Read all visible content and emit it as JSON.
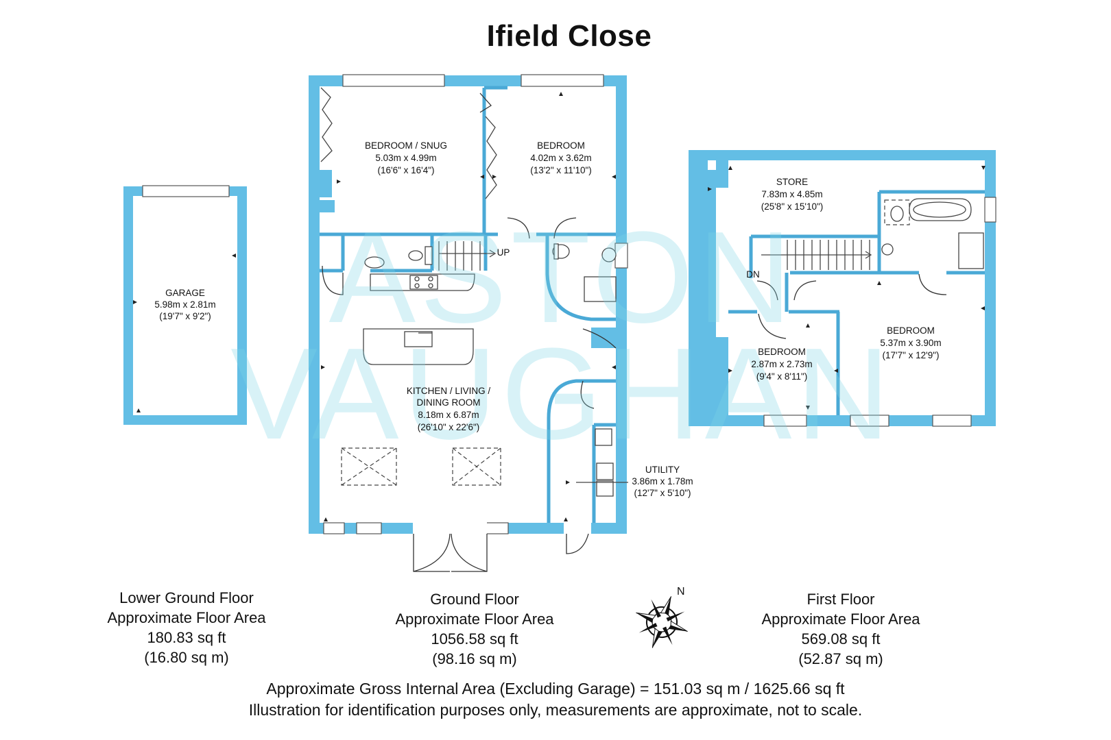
{
  "title": "Ifield Close",
  "watermark": {
    "line1": "ASTON",
    "line2": "VAUGHAN"
  },
  "colors": {
    "wall": "#63bee5",
    "watermark": "#7fd6e5",
    "text": "#111111"
  },
  "rooms": {
    "garage": {
      "name": "GARAGE",
      "metric": "5.98m x 2.81m",
      "imperial": "(19'7\" x 9'2\")"
    },
    "bedroom_snug": {
      "name": "BEDROOM / SNUG",
      "metric": "5.03m x 4.99m",
      "imperial": "(16'6\" x 16'4\")"
    },
    "bedroom_ground": {
      "name": "BEDROOM",
      "metric": "4.02m x 3.62m",
      "imperial": "(13'2\" x 11'10\")"
    },
    "stairs_up": "UP",
    "kitchen": {
      "name_line1": "KITCHEN / LIVING /",
      "name_line2": "DINING ROOM",
      "metric": "8.18m x 6.87m",
      "imperial": "(26'10\" x 22'6\")"
    },
    "utility": {
      "name": "UTILITY",
      "metric": "3.86m x 1.78m",
      "imperial": "(12'7\" x 5'10\")"
    },
    "store": {
      "name": "STORE",
      "metric": "7.83m x 4.85m",
      "imperial": "(25'8\" x 15'10\")"
    },
    "stairs_down": "DN",
    "bedroom_small": {
      "name": "BEDROOM",
      "metric": "2.87m x 2.73m",
      "imperial": "(9'4\" x 8'11\")"
    },
    "bedroom_large": {
      "name": "BEDROOM",
      "metric": "5.37m x 3.90m",
      "imperial": "(17'7\" x 12'9\")"
    }
  },
  "floors": [
    {
      "name": "Lower Ground Floor",
      "caption": "Approximate Floor Area",
      "area_sqft": "180.83 sq ft",
      "area_sqm": "(16.80 sq m)"
    },
    {
      "name": "Ground Floor",
      "caption": "Approximate Floor Area",
      "area_sqft": "1056.58 sq ft",
      "area_sqm": "(98.16 sq m)"
    },
    {
      "name": "First Floor",
      "caption": "Approximate Floor Area",
      "area_sqft": "569.08 sq ft",
      "area_sqm": "(52.87 sq m)"
    }
  ],
  "compass": {
    "north_label": "N"
  },
  "footer": {
    "gross_area": "Approximate Gross Internal Area (Excluding Garage) = 151.03 sq m / 1625.66 sq ft",
    "disclaimer": "Illustration for identification purposes only, measurements are approximate, not to scale."
  }
}
